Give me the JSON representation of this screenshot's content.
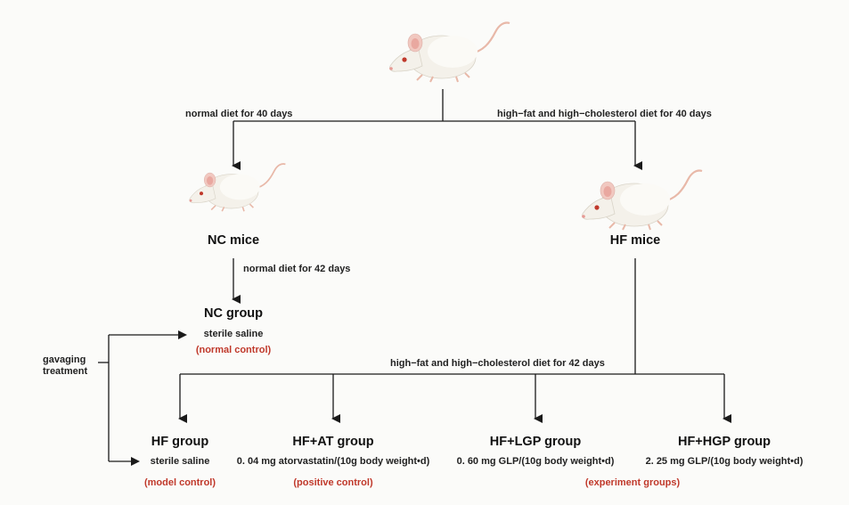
{
  "diet_labels": {
    "normal_40": "normal diet for 40 days",
    "high_40": "high−fat and high−cholesterol diet for 40 days",
    "normal_42": "normal diet for 42 days",
    "high_42": "high−fat and high−cholesterol diet for 42 days"
  },
  "nc_mice": "NC mice",
  "hf_mice": "HF mice",
  "nc_group": {
    "title": "NC group",
    "treatment": "sterile saline",
    "note": "(normal control)"
  },
  "gavaging": "gavaging treatment",
  "groups": [
    {
      "title": "HF group",
      "treatment": "sterile saline",
      "note": "(model control)"
    },
    {
      "title": "HF+AT group",
      "treatment": "0. 04 mg atorvastatin/(10g body weight•d)",
      "note": "(positive control)"
    },
    {
      "title": "HF+LGP group",
      "treatment": "0. 60 mg GLP/(10g body weight•d)"
    },
    {
      "title": "HF+HGP group",
      "treatment": "2. 25 mg GLP/(10g body weight•d)"
    }
  ],
  "experiment_note": "(experiment groups)",
  "colors": {
    "note_red": "#c0392b",
    "line": "#1a1a1a",
    "mouse_body": "#f4f1ea",
    "tail": "#e8b8a8"
  }
}
